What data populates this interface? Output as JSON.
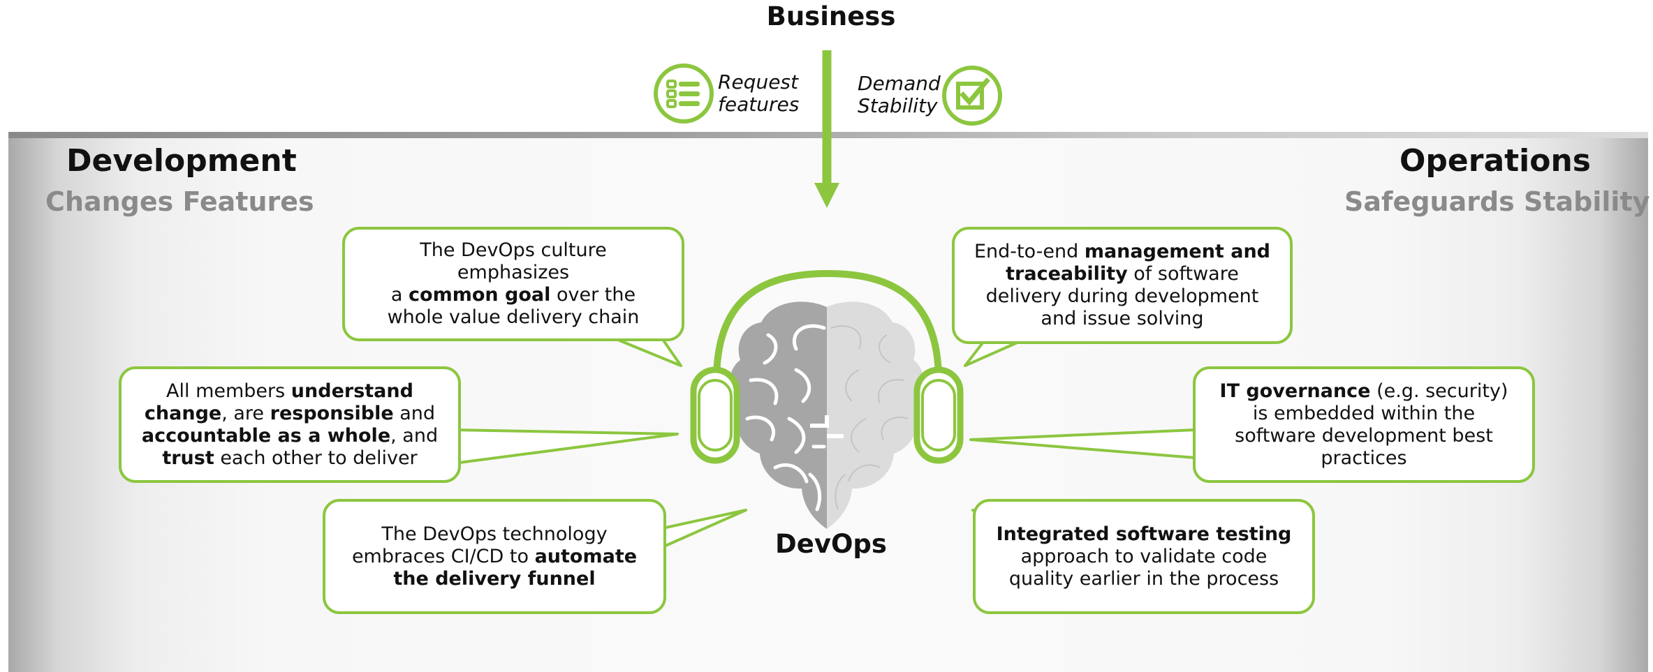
{
  "header": {
    "business_label": "Business",
    "request_text_line1": "Request",
    "request_text_line2": "features",
    "demand_text_line1": "Demand",
    "demand_text_line2": "Stability",
    "request_icon": "list-icon",
    "demand_icon": "checkbox-icon"
  },
  "left": {
    "title": "Development",
    "subtitle": "Changes Features"
  },
  "right": {
    "title": "Operations",
    "subtitle": "Safeguards Stability"
  },
  "center": {
    "label": "DevOps",
    "icon": "brain-headphones-icon"
  },
  "bubbles": {
    "b1": {
      "l1": "The DevOps culture emphasizes",
      "l2a": "a ",
      "l2b": "common goal",
      "l2c": " over the",
      "l3": "whole value delivery chain"
    },
    "b2": {
      "l1a": "All members ",
      "l1b": "understand",
      "l2a": "change",
      "l2b": ", are ",
      "l2c": "responsible",
      "l2d": " and",
      "l3a": "accountable as a whole",
      "l3b": ", and",
      "l4a": "trust",
      "l4b": " each other to deliver"
    },
    "b3": {
      "l1": "The DevOps technology",
      "l2a": "embraces CI/CD to ",
      "l2b": "automate",
      "l3": "the delivery funnel"
    },
    "b4": {
      "l1a": "End-to-end ",
      "l1b": "management and",
      "l2a": "traceability",
      "l2b": " of software",
      "l3": "delivery during development",
      "l4": "and issue solving"
    },
    "b5": {
      "l1a": "IT governance",
      "l1b": " (e.g. security)",
      "l2": "is embedded within the",
      "l3": "software development best",
      "l4": "practices"
    },
    "b6": {
      "l1": "Integrated software testing",
      "l2": "approach to validate code",
      "l3": "quality earlier in the process"
    }
  },
  "colors": {
    "accent": "#8cc63f",
    "brain_left": "#a6a6a6",
    "brain_right": "#d9d9d9",
    "subtitle_gray": "#8a8a8a"
  }
}
